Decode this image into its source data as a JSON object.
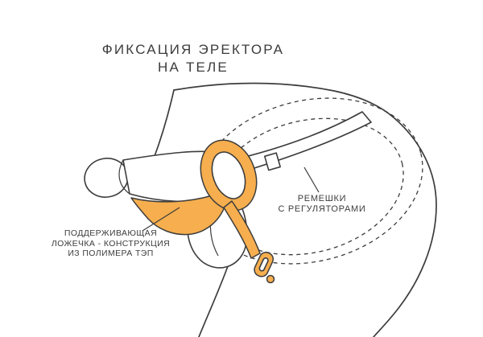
{
  "title": {
    "lines": [
      "ФИКСАЦИЯ ЭРЕКТОРА",
      "НА ТЕЛЕ"
    ]
  },
  "labels": {
    "straps": {
      "lines": [
        "РЕМЕШКИ",
        "С РЕГУЛЯТОРАМИ"
      ]
    },
    "support_spoon": {
      "lines": [
        "ПОДДЕРЖИВАЮЩАЯ",
        "ЛОЖЕЧКА - КОНСТРУКЦИЯ",
        "ИЗ ПОЛИМЕРА ТЭП"
      ]
    }
  },
  "colors": {
    "device_orange": "#F6AE4E",
    "line": "#3C3C3C",
    "background": "#FFFFFF"
  }
}
